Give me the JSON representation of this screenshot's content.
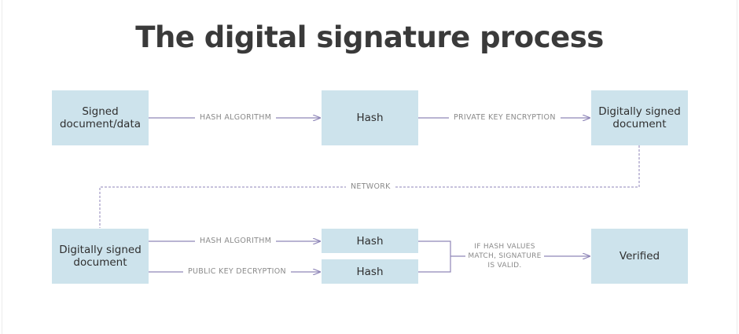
{
  "title": "The digital signature process",
  "boxes": {
    "signed_doc": [
      "Signed",
      "document/data"
    ],
    "hash_top": "Hash",
    "digitally_signed_top": [
      "Digitally signed",
      "document"
    ],
    "digitally_signed_bottom": [
      "Digitally signed",
      "document"
    ],
    "hash_mid": "Hash",
    "hash_low": "Hash",
    "verified": "Verified"
  },
  "connectors": {
    "hash_algorithm_top": "HASH ALGORITHM",
    "private_key_encryption": "PRIVATE KEY ENCRYPTION",
    "network": "NETWORK",
    "hash_algorithm_bottom": "HASH ALGORITHM",
    "public_key_decryption": "PUBLIC KEY DECRYPTION",
    "match_note": [
      "IF HASH VALUES",
      "MATCH, SIGNATURE",
      "IS VALID."
    ]
  },
  "colors": {
    "box_fill": "#cde3ec",
    "arrow": "#8f86b8",
    "title": "#3a3a3a",
    "label": "#8a8a8a"
  }
}
